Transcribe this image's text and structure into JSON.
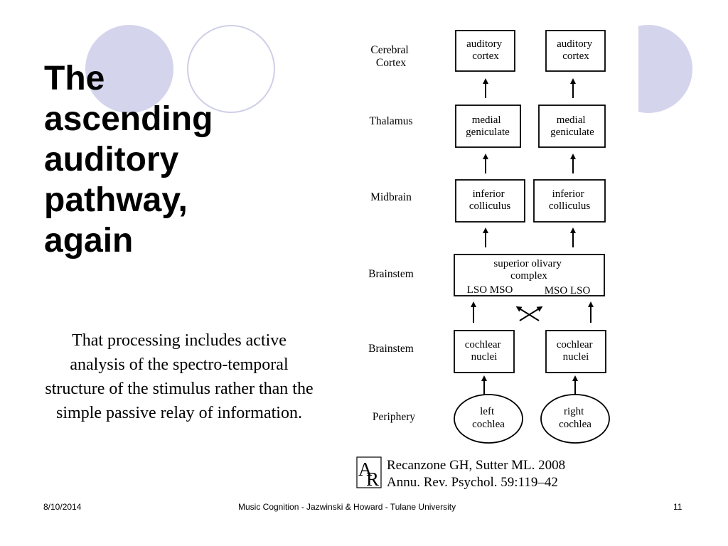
{
  "slide": {
    "title_lines": [
      "The",
      "ascending",
      "auditory",
      "pathway,",
      "again"
    ],
    "body": "That processing includes active analysis of the spectro-temporal structure of the stimulus rather than the simple passive relay of information.",
    "decor_colors": {
      "fill": "#d4d4ec",
      "stroke": "#cfcfe8"
    }
  },
  "diagram": {
    "levels": {
      "cortex": "Cerebral Cortex",
      "thalamus": "Thalamus",
      "midbrain": "Midbrain",
      "brainstem_upper": "Brainstem",
      "brainstem_lower": "Brainstem",
      "periphery": "Periphery"
    },
    "nodes": {
      "auditory_cortex": [
        "auditory",
        "cortex"
      ],
      "medial_geniculate": [
        "medial",
        "geniculate"
      ],
      "inferior_colliculus": [
        "inferior",
        "colliculus"
      ],
      "superior_olivary": [
        "superior olivary",
        "complex"
      ],
      "soc_left": "LSO MSO",
      "soc_right": "MSO LSO",
      "cochlear_nuclei": [
        "cochlear",
        "nuclei"
      ],
      "left_cochlea": [
        "left",
        "cochlea"
      ],
      "right_cochlea": [
        "right",
        "cochlea"
      ]
    }
  },
  "citation": {
    "logo_letters": "AR",
    "line1": "Recanzone GH, Sutter ML. 2008",
    "line2": "Annu. Rev. Psychol. 59:119–42"
  },
  "footer": {
    "date": "8/10/2014",
    "center": "Music Cognition - Jazwinski & Howard - Tulane University",
    "page": "11"
  }
}
